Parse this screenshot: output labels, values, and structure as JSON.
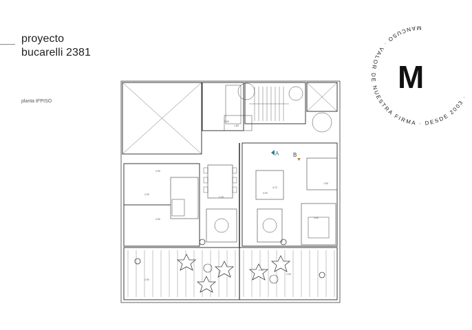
{
  "header": {
    "title_line1": "proyecto",
    "title_line2": "bucarelli 2381",
    "subtitle": "planta 8ºPISO"
  },
  "brand": {
    "monogram": "M",
    "seal_text": "MANCUSO · VALOR DE NUESTRA FIRMA · DESDE 2003 ·"
  },
  "plan": {
    "marker_a": "A",
    "marker_b": "B",
    "dims": [
      "4.90",
      "2.90",
      "4.90",
      "1.80",
      "2.00",
      "2.90",
      "3.00",
      "4.70",
      "3.00",
      "2.90",
      "2.35",
      "1.80",
      "2.90"
    ]
  },
  "colors": {
    "line": "#3a3a3a",
    "accent_a": "#2f7f8f",
    "accent_b": "#d07a2a"
  }
}
